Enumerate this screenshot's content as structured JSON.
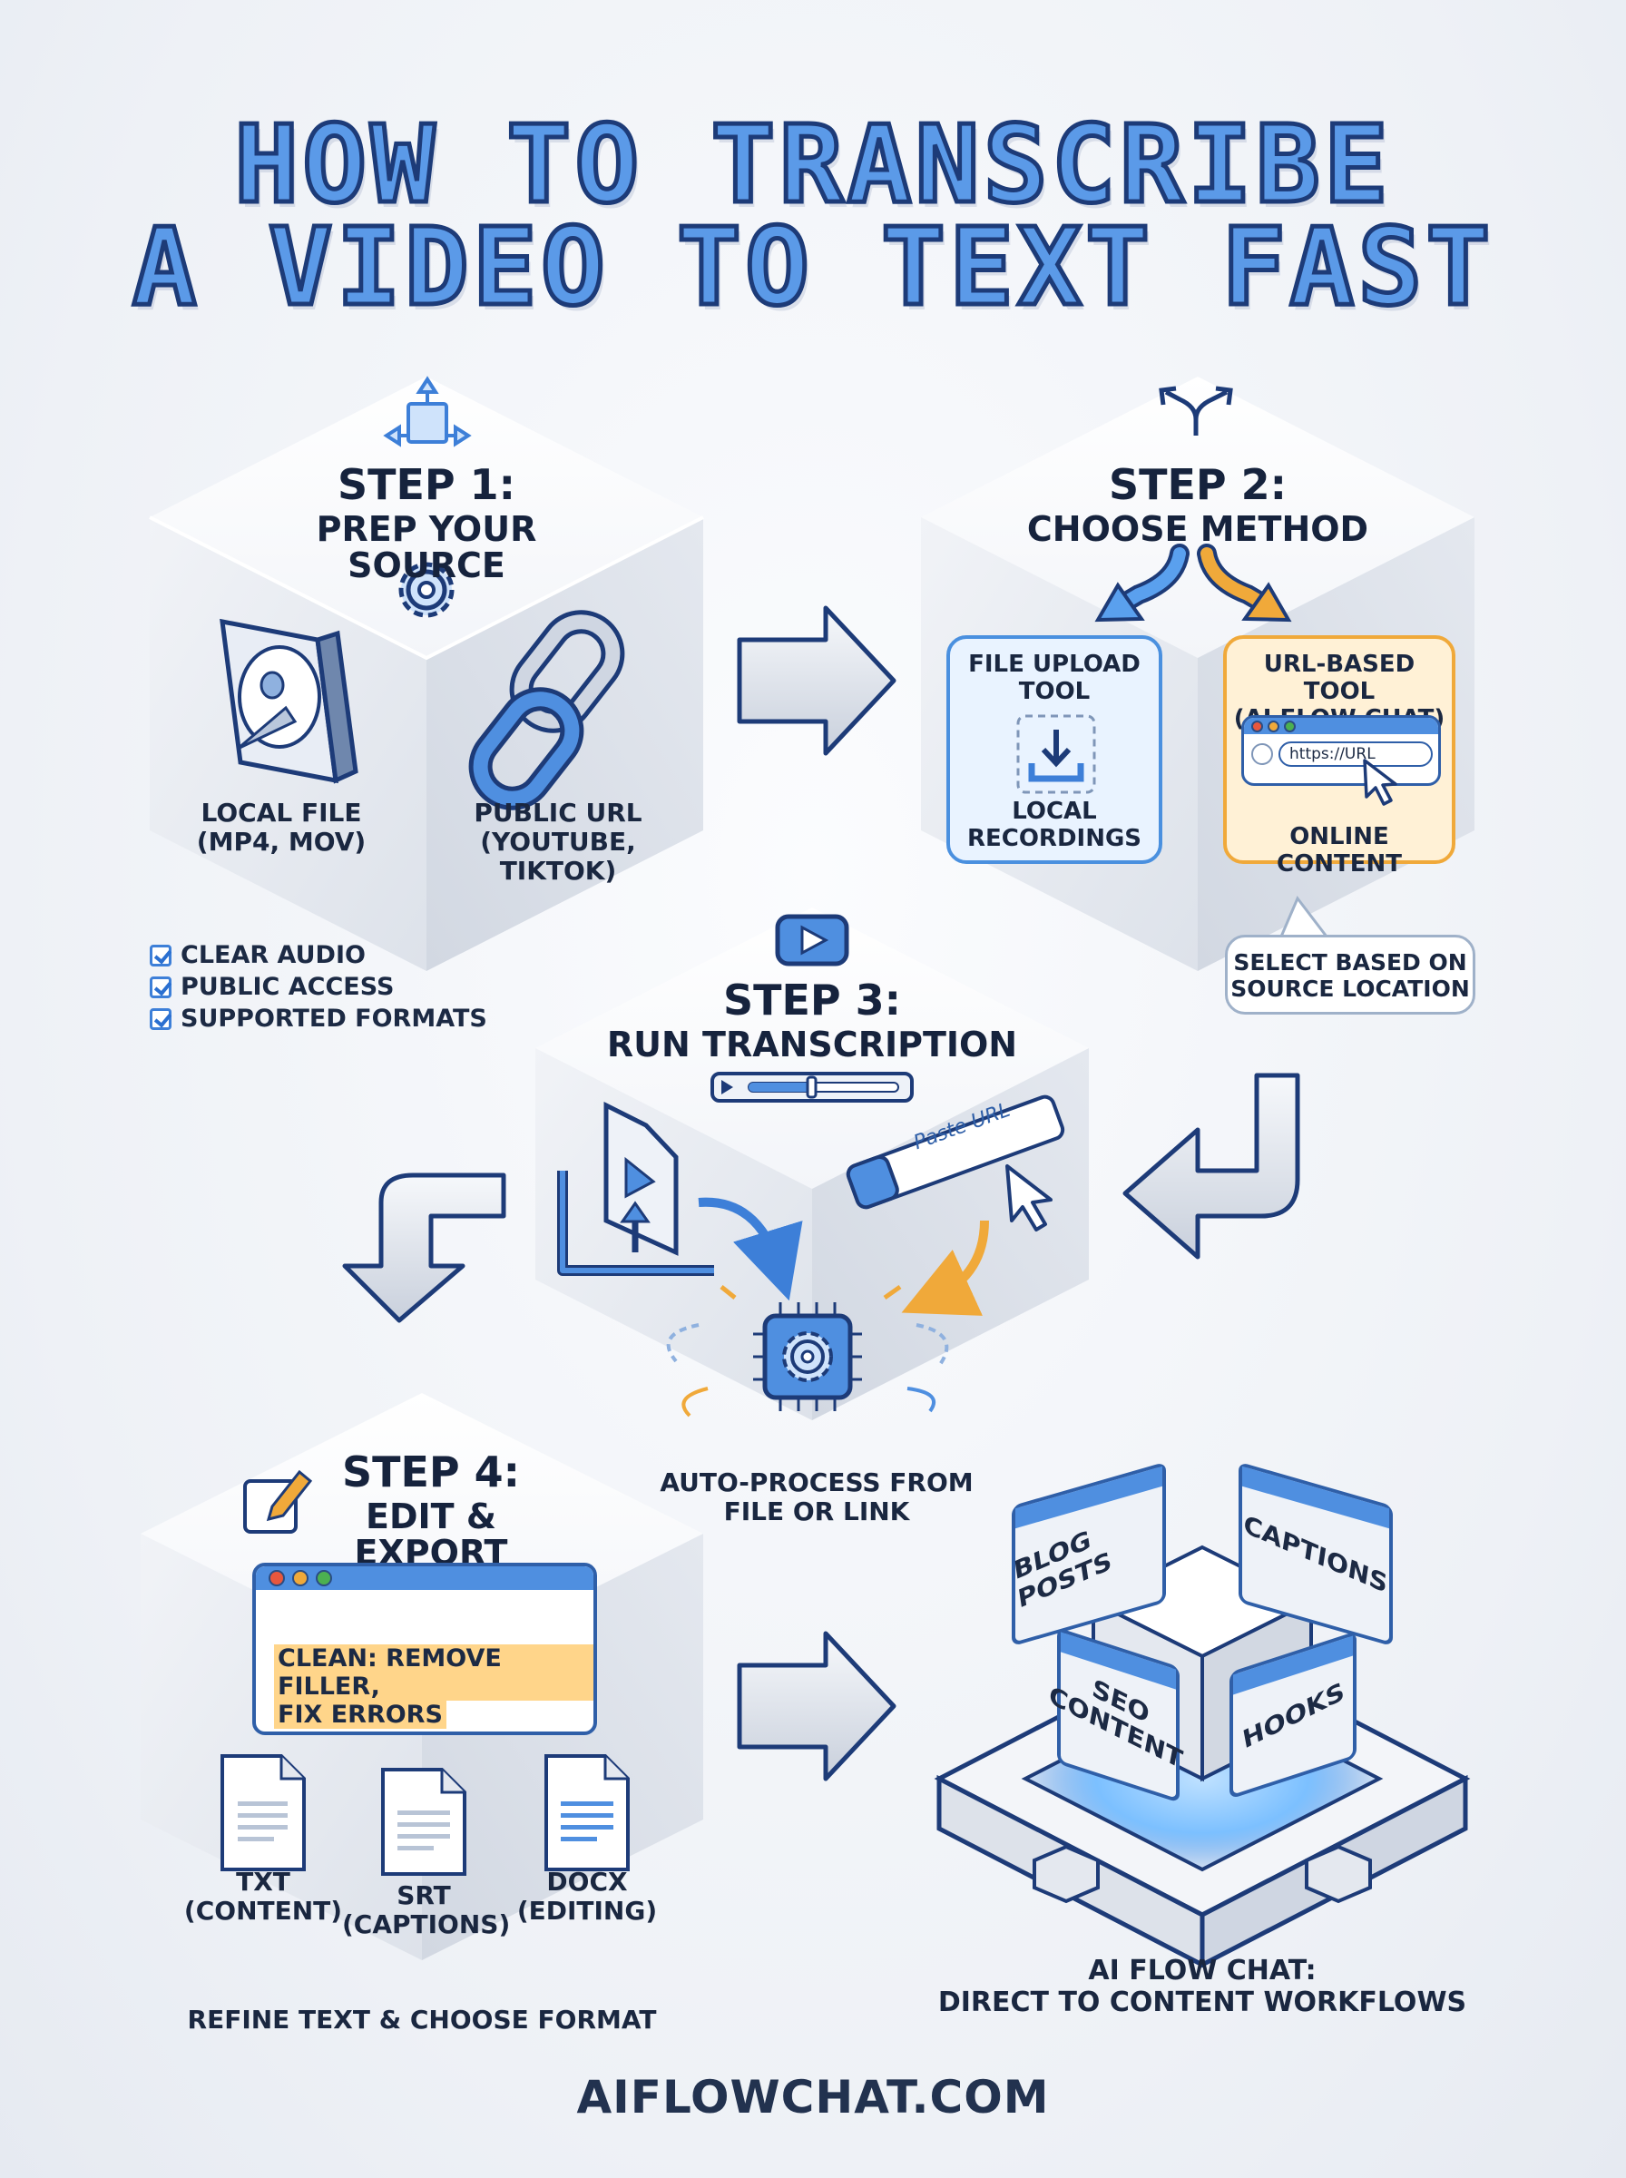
{
  "title": {
    "line1": "HOW TO TRANSCRIBE",
    "line2": "A VIDEO TO TEXT FAST"
  },
  "step1": {
    "number": "STEP 1:",
    "subtitle": "PREP YOUR SOURCE",
    "local": {
      "line1": "LOCAL FILE",
      "line2": "(MP4, MOV)"
    },
    "url": {
      "line1": "PUBLIC URL",
      "line2": "(YOUTUBE, TIKTOK)"
    },
    "checklist": [
      "CLEAR AUDIO",
      "PUBLIC ACCESS",
      "SUPPORTED FORMATS"
    ]
  },
  "step2": {
    "number": "STEP 2:",
    "subtitle": "CHOOSE METHOD",
    "file_tool": {
      "title1": "FILE UPLOAD",
      "title2": "TOOL",
      "caption1": "LOCAL",
      "caption2": "RECORDINGS"
    },
    "url_tool": {
      "title1": "URL-BASED TOOL",
      "title2": "(AI FLOW CHAT)",
      "url_text": "https://URL",
      "caption": "ONLINE CONTENT"
    },
    "note": {
      "line1": "SELECT BASED ON",
      "line2": "SOURCE LOCATION"
    }
  },
  "step3": {
    "number": "STEP 3:",
    "subtitle": "RUN TRANSCRIPTION",
    "paste_placeholder": "Paste URL",
    "caption1": "AUTO-PROCESS FROM",
    "caption2": "FILE OR LINK"
  },
  "step4": {
    "number": "STEP 4:",
    "subtitle": "EDIT & EXPORT",
    "highlight1": "CLEAN: REMOVE FILLER,",
    "highlight2": "FIX ERRORS",
    "formats": [
      {
        "name": "TXT",
        "use": "(CONTENT)"
      },
      {
        "name": "SRT",
        "use": "(CAPTIONS)"
      },
      {
        "name": "DOCX",
        "use": "(EDITING)"
      }
    ],
    "caption": "REFINE TEXT & CHOOSE FORMAT"
  },
  "outputs": {
    "panels": [
      "BLOG POSTS",
      "CAPTIONS",
      "SEO",
      "CONTENT",
      "HOOKS"
    ],
    "caption1": "AI FLOW CHAT:",
    "caption2": "DIRECT TO CONTENT WORKFLOWS"
  },
  "footer": "AIFLOWCHAT.COM",
  "colors": {
    "accent_blue": "#4a90df",
    "accent_orange": "#f0a93a",
    "title_fill": "#5b9ae8",
    "outline": "#1d3b78"
  }
}
